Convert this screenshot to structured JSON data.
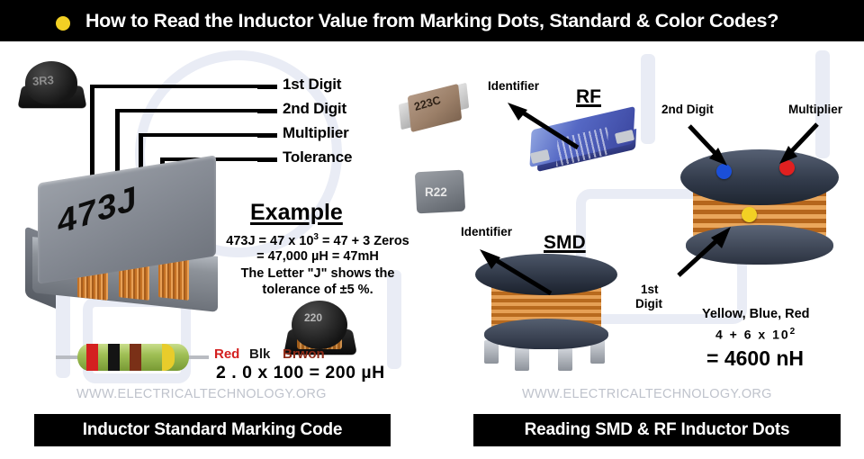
{
  "header": {
    "title": "How to Read the Inductor Value from Marking Dots, Standard & Color Codes?",
    "bg": "#000000",
    "fg": "#ffffff"
  },
  "left_panel": {
    "title": "Inductor Standard Marking Code",
    "watermark": "WWW.ELECTRICALTECHNOLOGY.ORG",
    "callouts": [
      {
        "label": "1st Digit"
      },
      {
        "label": "2nd Digit"
      },
      {
        "label": "Multiplier"
      },
      {
        "label": "Tolerance"
      }
    ],
    "main_component": {
      "marking": "473J"
    },
    "components": [
      {
        "name": "power-inductor-3r3",
        "marking": "3R3"
      },
      {
        "name": "mlcc-capacitor-223c",
        "marking": "223C"
      },
      {
        "name": "molded-inductor-r22",
        "marking": "R22"
      },
      {
        "name": "shielded-inductor-220",
        "marking": "220"
      }
    ],
    "example": {
      "heading": "Example",
      "line1_a": "473J = 47 x 10",
      "line1_exp": "3",
      "line1_b": " = 47 + 3 Zeros",
      "line2": "= 47,000 µH = 47mH",
      "line3": "The Letter \"J\" shows the",
      "line4": "tolerance of ±5 %."
    },
    "resistor": {
      "band_words": [
        {
          "text": "Red",
          "color": "#d42020"
        },
        {
          "text": "Blk",
          "color": "#1a1a1a"
        },
        {
          "text": "Brwon",
          "color": "#8f2b18"
        }
      ],
      "formula": "2 . 0 x 100 = 200 µH",
      "band_colors": [
        "#d42020",
        "#141414",
        "#7a3017",
        "#e8cc2b"
      ]
    }
  },
  "right_panel": {
    "title": "Reading SMD & RF Inductor Dots",
    "watermark": "WWW.ELECTRICALTECHNOLOGY.ORG",
    "rf_tag": "RF",
    "smd_tag": "SMD",
    "labels": {
      "identifier_rf": "Identifier",
      "identifier_smd": "Identifier",
      "second_digit": "2nd Digit",
      "multiplier": "Multiplier",
      "first_digit_l1": "1st",
      "first_digit_l2": "Digit"
    },
    "dots": [
      {
        "name": "second-digit-dot",
        "color": "#1b4fd8",
        "meaning": "Blue"
      },
      {
        "name": "multiplier-dot",
        "color": "#e02020",
        "meaning": "Red"
      },
      {
        "name": "first-digit-dot",
        "color": "#f2d024",
        "meaning": "Yellow"
      },
      {
        "name": "rf-identifier-dot",
        "color": "#f2d024",
        "meaning": "Yellow"
      }
    ],
    "calculation": {
      "colors_line": "Yellow,  Blue,  Red",
      "math_a": "4   +   6  x  10",
      "math_exp": "2",
      "result": "= 4600 nH"
    }
  }
}
